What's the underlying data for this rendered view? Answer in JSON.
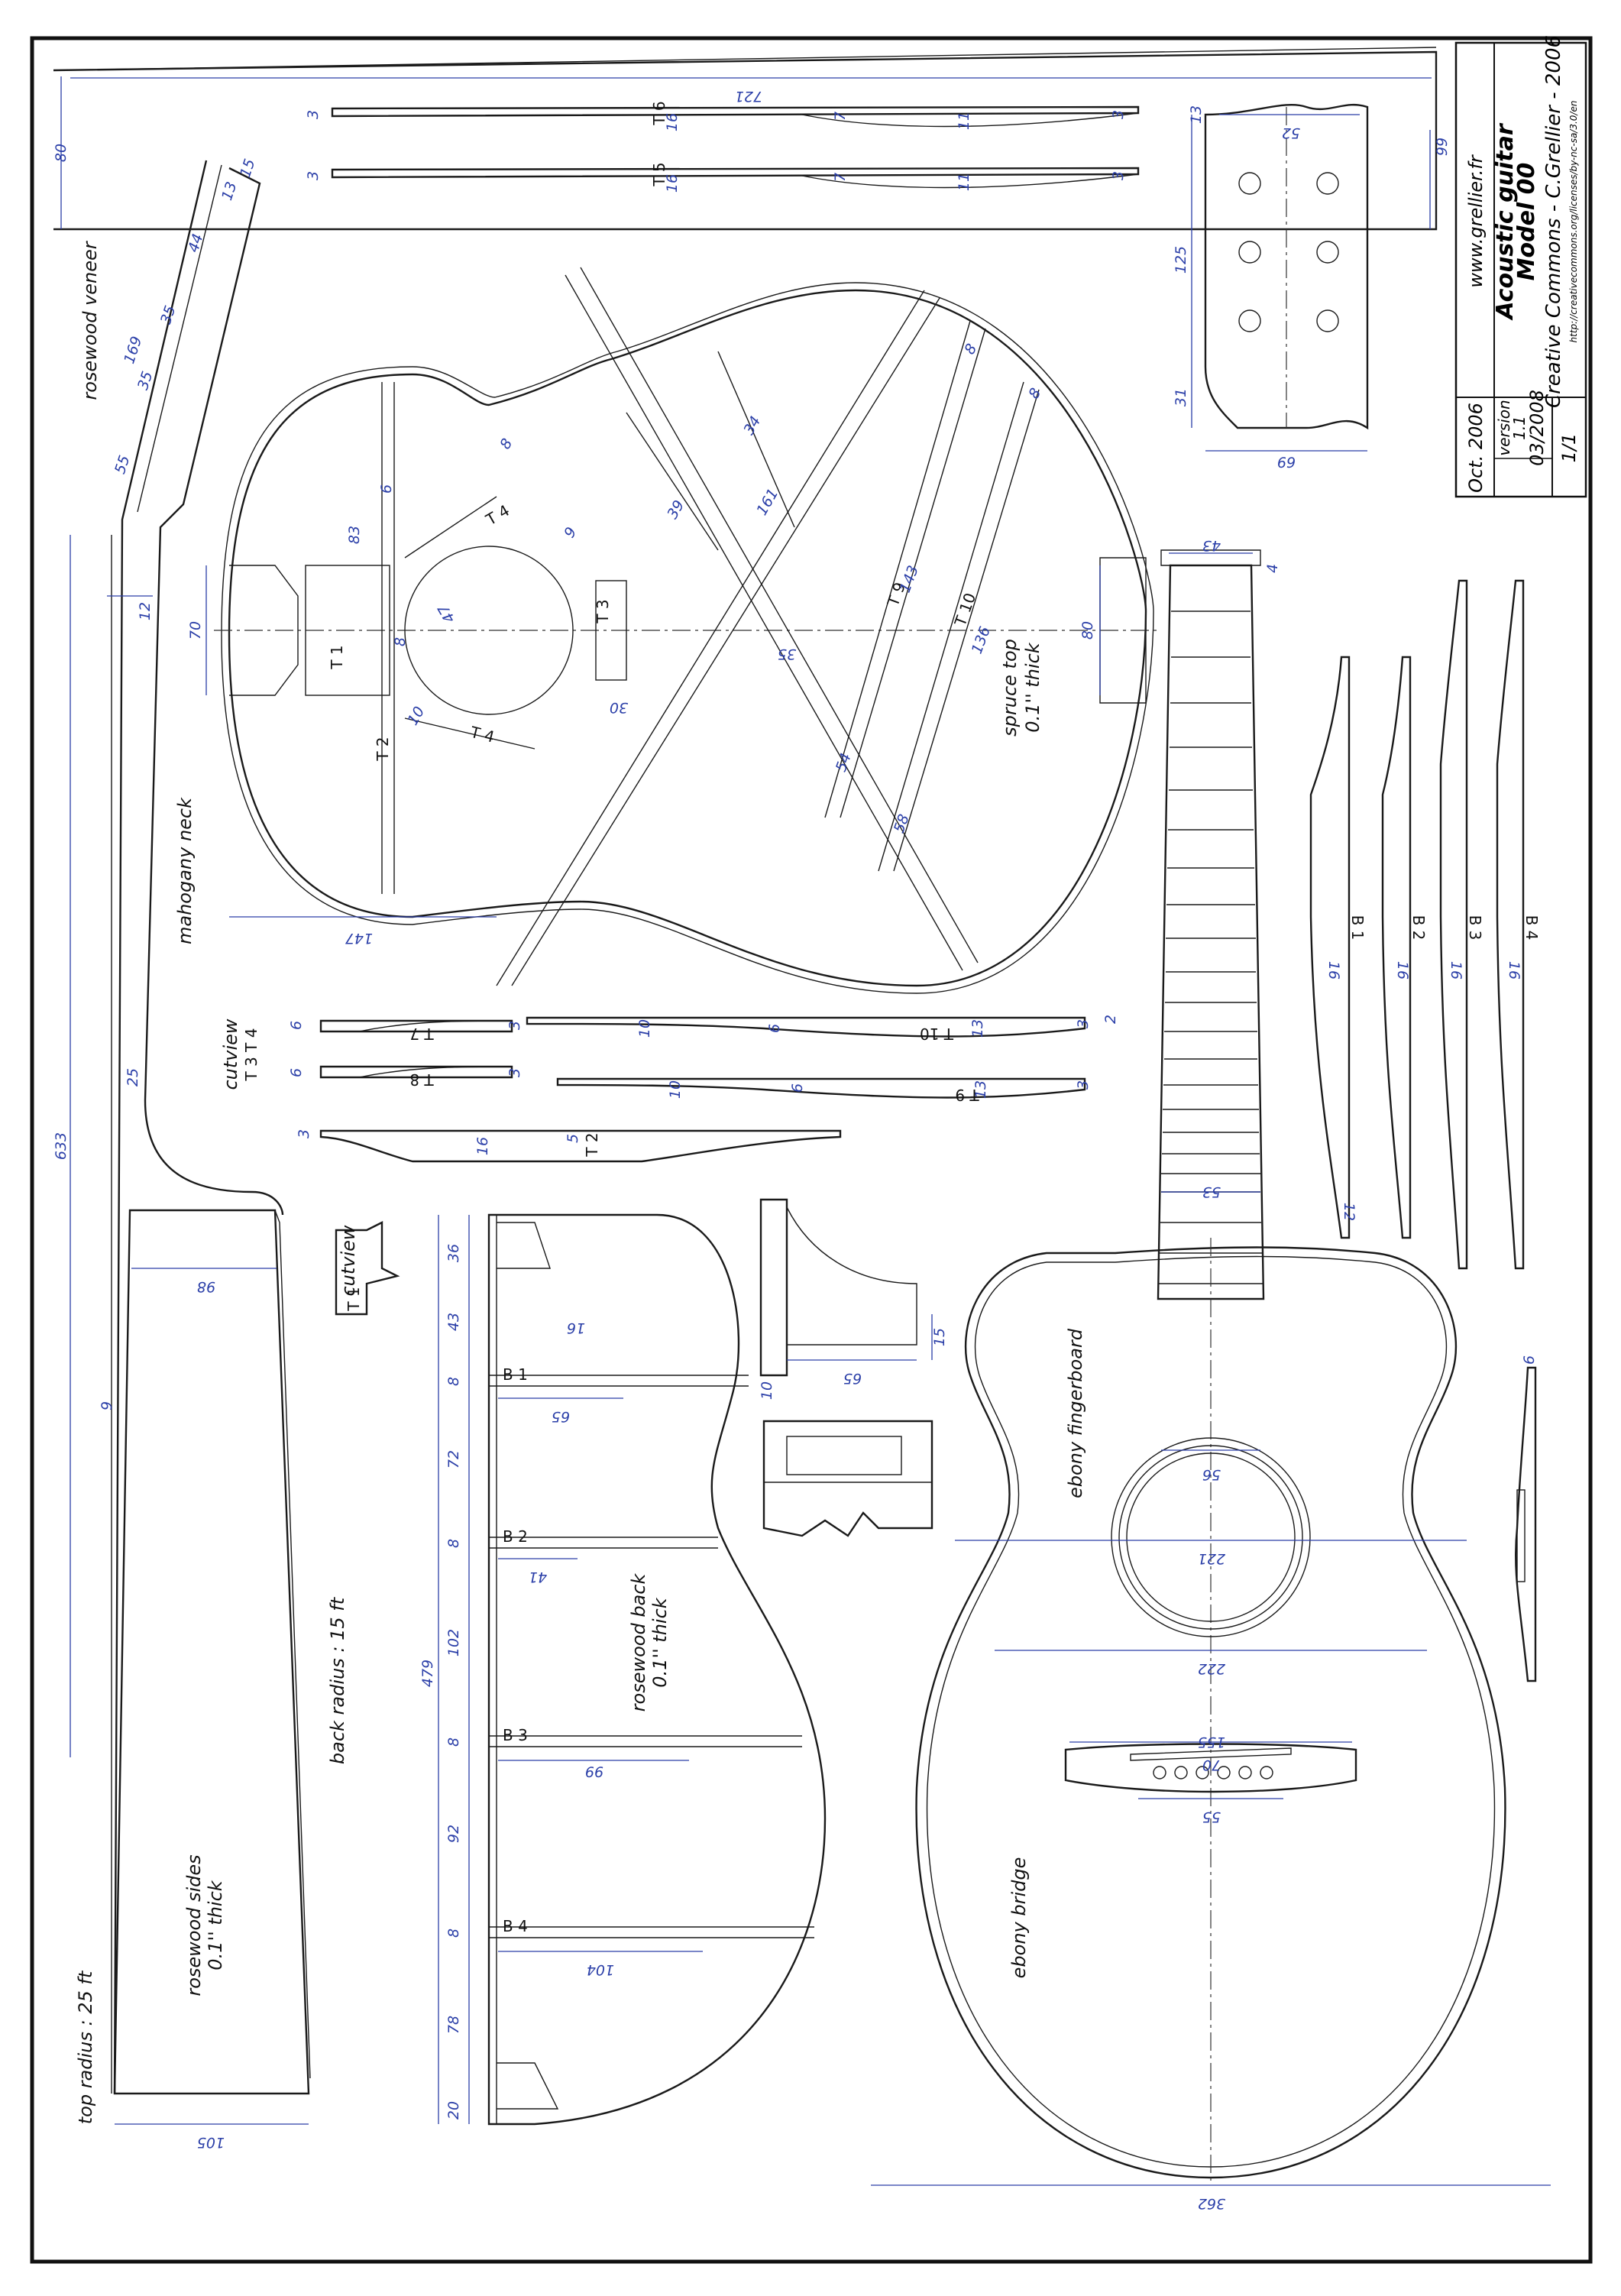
{
  "title_block": {
    "website": "www.grellier.fr",
    "title": "Acoustic guitar",
    "model": "Model 00",
    "license": "Creative Commons - C.Grellier - 2006",
    "license_url": "http://creativecommons.org/licenses/by-nc-sa/3.0/en",
    "date": "Oct. 2006",
    "version_label": "version",
    "version": "1.1",
    "revision_date": "03/2008",
    "sheet": "1/1"
  },
  "labels": {
    "rosewood_veneer": "rosewood veneer",
    "mahogany_neck": "mahogany neck",
    "spruce_top": "spruce top",
    "spruce_top_thick": "0.1'' thick",
    "rosewood_sides": "rosewood sides",
    "rosewood_sides_thick": "0.1'' thick",
    "rosewood_back": "rosewood back",
    "rosewood_back_thick": "0.1'' thick",
    "ebony_fingerboard": "ebony fingerboard",
    "ebony_bridge": "ebony bridge",
    "cutview": "cutview",
    "cutview_parts": "T 3 T 4",
    "cutview2": "cutview",
    "top_radius": "top radius : 25 ft",
    "back_radius": "back radius : 15 ft"
  },
  "part_tags": {
    "T1": "T 1",
    "T2": "T 2",
    "T3": "T 3",
    "T4": "T 4",
    "T5": "T 5",
    "T6": "T 6",
    "T7": "T 7",
    "T8": "T 8",
    "T9": "T 9",
    "T10": "T 10",
    "B1": "B 1",
    "B2": "B 2",
    "B3": "B 3",
    "B4": "B 4"
  },
  "dimensions": {
    "neck_total": "721",
    "neck_head": "80",
    "head_width_dim": "99",
    "t6_a": "3",
    "t6_b": "16",
    "t6_c": "7",
    "t6_d": "11",
    "t6_e": "3",
    "t5_a": "3",
    "t5_b": "16",
    "t5_c": "7",
    "t5_d": "11",
    "t5_e": "3",
    "head_top_w": "52",
    "head_len": "125",
    "head_bot": "31",
    "head_base_w": "69",
    "head_tip": "13",
    "veneer_a": "15",
    "veneer_b": "13",
    "veneer_c": "44",
    "veneer_d": "169",
    "veneer_e": "35",
    "veneer_f": "35",
    "veneer_g": "55",
    "neck_12": "12",
    "neck_633": "633",
    "neck_25": "25",
    "neck_9": "9",
    "t1_83": "83",
    "t1_70": "70",
    "t1_6": "6",
    "t1_8": "8",
    "hole_47": "47",
    "t2_10": "10",
    "t3_30": "30",
    "top_147": "147",
    "top_80": "80",
    "brace_8": "8",
    "brace_9": "9",
    "brace_35": "35",
    "brace_161": "161",
    "brace_143": "143",
    "brace_136": "136",
    "brace_54": "54",
    "brace_58": "58",
    "brace_39": "39",
    "brace_34": "34",
    "brace_8b": "8",
    "brace_8c": "8",
    "cv_6a": "6",
    "cv_6b": "6",
    "cv_3a": "3",
    "cv_3b": "3",
    "t10_10": "10",
    "t10_6": "6",
    "t10_13": "13",
    "t10_3": "3",
    "t10_2": "2",
    "t9_10": "10",
    "t9_6": "6",
    "t9_13": "13",
    "t9_3": "3",
    "t2_3": "3",
    "t2_16": "16",
    "t2_5": "5",
    "fb_43": "43",
    "fb_4": "4",
    "fb_53": "53",
    "fb_56": "56",
    "hole_221": "221",
    "body_222": "222",
    "body_362": "362",
    "bridge_155": "155",
    "bridge_70": "70",
    "bridge_55": "55",
    "b1_16": "16",
    "b2_16": "16",
    "b3_16": "16",
    "b4_16": "16",
    "b_12": "12",
    "side_6": "6",
    "sides_98": "98",
    "sides_105": "105",
    "back_36": "36",
    "back_43": "43",
    "back_8a": "8",
    "back_72": "72",
    "back_8b": "8",
    "back_102": "102",
    "back_8c": "8",
    "back_92": "92",
    "back_8d": "8",
    "back_78": "78",
    "back_20": "20",
    "back_479": "479",
    "back_65": "65",
    "back_41": "41",
    "back_66": "66",
    "back_104": "104",
    "back_16": "16",
    "det_65": "65",
    "det_15": "15",
    "det_10": "10"
  }
}
